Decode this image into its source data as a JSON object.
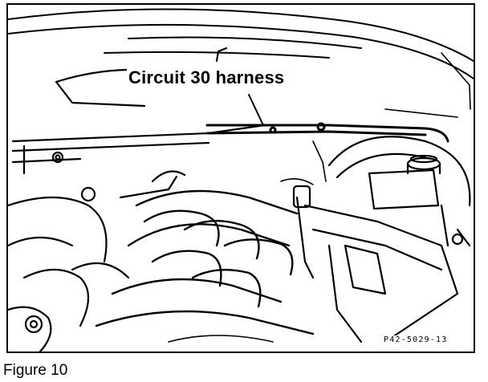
{
  "figure": {
    "callout": "Circuit 30 harness",
    "part_number": "P42-5029-13",
    "caption": "Figure 10"
  }
}
